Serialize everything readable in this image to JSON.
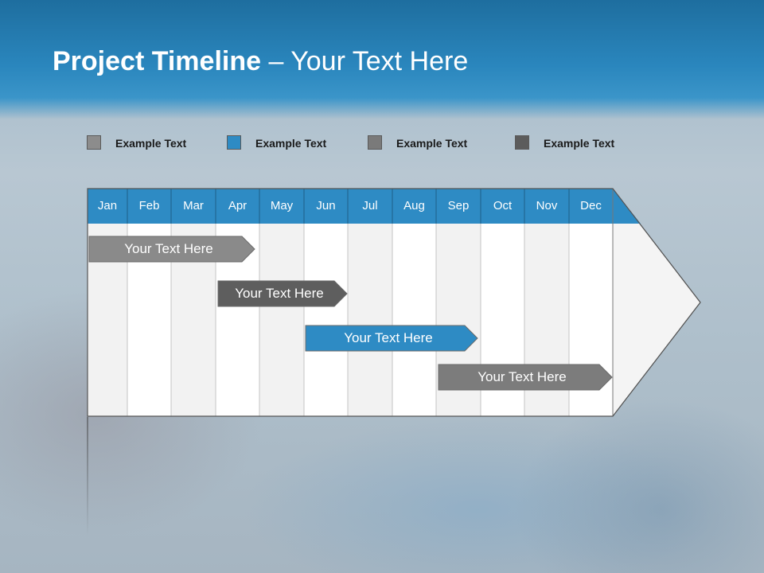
{
  "header": {
    "title_bold": "Project Timeline",
    "title_rest": " – Your Text Here"
  },
  "legend": [
    {
      "label": "Example Text",
      "color": "#8c8c8c"
    },
    {
      "label": "Example Text",
      "color": "#2e8bc4"
    },
    {
      "label": "Example Text",
      "color": "#7a7a7a"
    },
    {
      "label": "Example Text",
      "color": "#5c5c5c"
    }
  ],
  "months": [
    "Jan",
    "Feb",
    "Mar",
    "Apr",
    "May",
    "Jun",
    "Jul",
    "Aug",
    "Sep",
    "Oct",
    "Nov",
    "Dec"
  ],
  "tasks": [
    {
      "label": "Your  Text Here",
      "color": "#8a8a8a",
      "start_month": "Jan",
      "end_month": "Apr"
    },
    {
      "label": "Your  Text Here",
      "color": "#5e5e5e",
      "start_month": "Apr",
      "end_month": "Jun"
    },
    {
      "label": "Your  Text Here",
      "color": "#2e8bc4",
      "start_month": "Jun",
      "end_month": "Sep"
    },
    {
      "label": "Your  Text Here",
      "color": "#7c7c7c",
      "start_month": "Sep",
      "end_month": "Dec"
    }
  ],
  "colors": {
    "header_blue": "#2a86bd",
    "month_header": "#2e8bc4",
    "column_light": "#f2f2f2",
    "column_white": "#ffffff"
  }
}
